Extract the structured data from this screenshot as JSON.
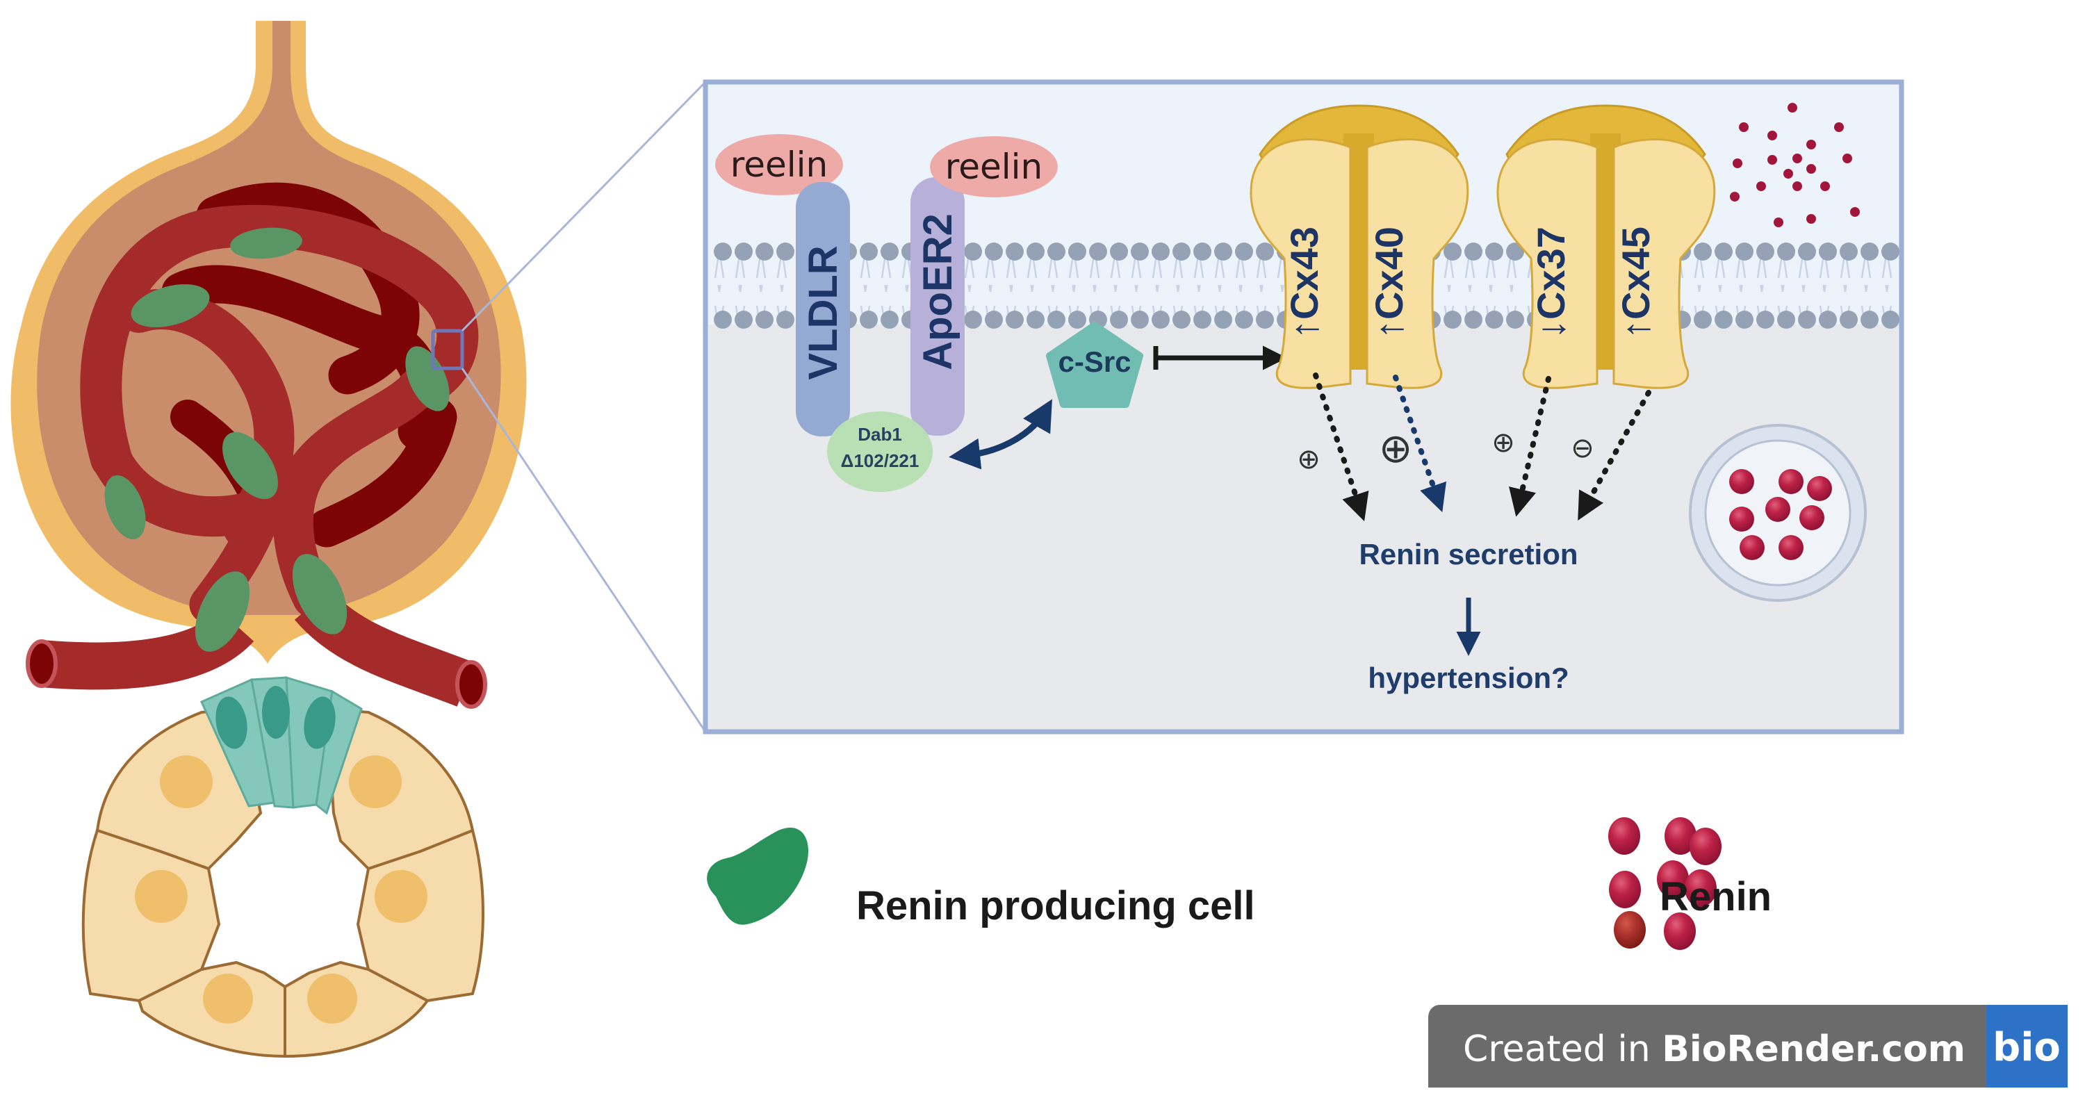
{
  "figure": {
    "subject": "Juxtaglomerular apparatus and reelin signaling in renin secretion",
    "colors": {
      "capsule_outer": "#f0bc68",
      "capsule_inner": "#c98d6c",
      "vessel": "#a52a2a",
      "vessel_dark": "#7d0404",
      "renin_cell": "#5a9566",
      "macula_densa": "#84c7bb",
      "tubule_cell": "#f6dcad",
      "tubule_nucleus": "#f0bf6b",
      "panel_border": "#9aaed6",
      "membrane_head": "#95a1b4",
      "reelin": "#eeaaa7",
      "vldlr": "#95aad3",
      "apoer2": "#b7b1d9",
      "dab1": "#b8e0b4",
      "csrc": "#72bdb3",
      "connexin": "#f7e0a1",
      "connexin_edge": "#e3b83a",
      "renin_granule": "#b81f45",
      "text_navy": "#1c3566",
      "banner_bg": "#6b6b6b",
      "banner_logo_bg": "#2e72c8"
    }
  },
  "panel": {
    "ligands": [
      {
        "label": "reelin"
      },
      {
        "label": "reelin"
      }
    ],
    "receptors": [
      {
        "label": "VLDLR"
      },
      {
        "label": "ApoER2"
      }
    ],
    "adaptor": {
      "line1": "Dab1",
      "line2": "Δ102/221"
    },
    "kinase": {
      "label": "c-Src"
    },
    "connexins": [
      {
        "label": "Cx43",
        "change": "↑",
        "effect_sign": "⊕"
      },
      {
        "label": "Cx40",
        "change": "↑",
        "effect_sign": "⊕"
      },
      {
        "label": "Cx37",
        "change": "↓",
        "effect_sign": "⊕"
      },
      {
        "label": "Cx45",
        "change": "↑",
        "effect_sign": "⊖"
      }
    ],
    "outcome": "Renin secretion",
    "consequence": "hypertension?"
  },
  "legend": {
    "items": [
      {
        "label": "Renin producing cell",
        "icon": "renin-producing-cell-icon"
      },
      {
        "label": "Renin",
        "icon": "renin-granules-icon"
      }
    ]
  },
  "watermark": {
    "prefix": "Created in ",
    "brand": "BioRender.com",
    "logo": "bio"
  }
}
